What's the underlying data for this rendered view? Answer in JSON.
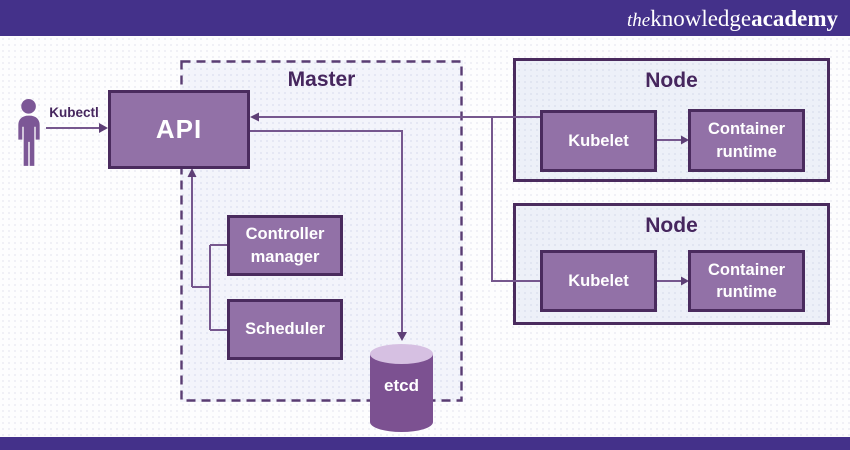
{
  "brand": {
    "logo_the": "the",
    "logo_knowledge": "knowledge",
    "logo_academy": "academy"
  },
  "diagram": {
    "actor_label": "Kubectl",
    "master": {
      "title": "Master",
      "api": "API",
      "controller_manager": "Controller manager",
      "scheduler": "Scheduler",
      "etcd": "etcd"
    },
    "nodes": [
      {
        "title": "Node",
        "kubelet": "Kubelet",
        "container_runtime": "Container runtime"
      },
      {
        "title": "Node",
        "kubelet": "Kubelet",
        "container_runtime": "Container runtime"
      }
    ]
  },
  "colors": {
    "banner": "#44318A",
    "box_fill": "#9271A7",
    "box_border": "#4A2B5E",
    "node_bg": "#EDF0F8",
    "master_bg": "#F3F4FB",
    "connector": "#76578E",
    "arrowhead": "#5E3F76",
    "title_text": "#46265E",
    "box_text": "#FFFFFF",
    "etcd_body": "#7C5191",
    "etcd_top": "#D6C0E2",
    "person": "#7C5796"
  }
}
